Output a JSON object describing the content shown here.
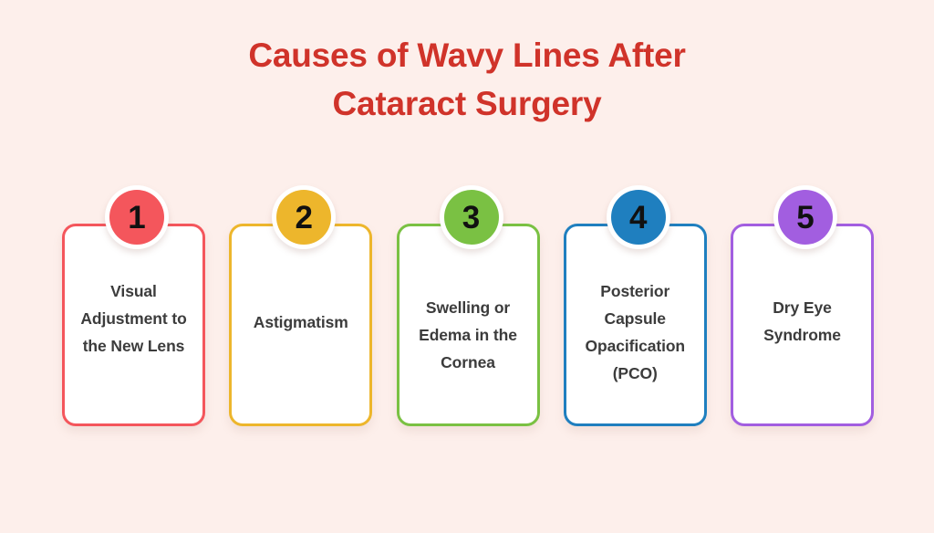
{
  "background_color": "#fdefeb",
  "title": {
    "line1": "Causes of Wavy Lines After",
    "line2": "Cataract Surgery",
    "color": "#d0332a"
  },
  "cards": [
    {
      "number": "1",
      "label": "Visual Adjustment to the New Lens",
      "color": "#f4565c",
      "text_color": "#3c3c3c"
    },
    {
      "number": "2",
      "label": "Astigmatism",
      "color": "#edb62c",
      "text_color": "#3c3c3c"
    },
    {
      "number": "3",
      "label": "Swelling or Edema in the Cornea",
      "color": "#7ac143",
      "text_color": "#3c3c3c"
    },
    {
      "number": "4",
      "label": "Posterior Capsule Opacification (PCO)",
      "color": "#1f7fbf",
      "text_color": "#3c3c3c"
    },
    {
      "number": "5",
      "label": "Dry Eye Syndrome",
      "color": "#a25ee0",
      "text_color": "#3c3c3c"
    }
  ]
}
